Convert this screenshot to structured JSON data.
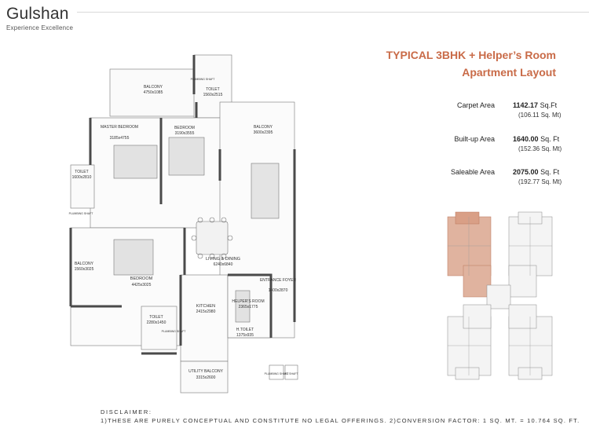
{
  "brand": {
    "name": "Gulshan",
    "tagline": "Experience Excellence"
  },
  "title": {
    "line1": "TYPICAL 3BHK + Helper’s Room",
    "line2": "Apartment Layout",
    "color": "#c96b48"
  },
  "areas": [
    {
      "label": "Carpet Area",
      "value": "1142.17",
      "unit": "Sq.Ft",
      "metric": "(106.11 Sq. Mt)"
    },
    {
      "label": "Built-up Area",
      "value": "1640.00",
      "unit": "Sq. Ft",
      "metric": "(152.36 Sq. Mt)"
    },
    {
      "label": "Saleable Area",
      "value": "2075.00",
      "unit": "Sq. Ft",
      "metric": "(192.77 Sq. Mt)"
    }
  ],
  "rooms": {
    "balcony_top": {
      "name": "BALCONY",
      "dim": "4750x1085"
    },
    "toilet_top": {
      "name": "TOILET",
      "dim": "1560x2515"
    },
    "plumbing_top": {
      "name": "PLUMBING SHAFT"
    },
    "master_bedroom": {
      "name": "MASTER BEDROOM",
      "dim": "3185x4755"
    },
    "bedroom_top": {
      "name": "BEDROOM",
      "dim": "3190x3555"
    },
    "balcony_right": {
      "name": "BALCONY",
      "dim": "3600x2395"
    },
    "toilet_left": {
      "name": "TOILET",
      "dim": "1600x2810"
    },
    "plumbing_left": {
      "name": "PLUMBING SHAFT"
    },
    "balcony_left": {
      "name": "BALCONY",
      "dim": "1560x3025"
    },
    "bedroom_bottom": {
      "name": "BEDROOM",
      "dim": "4425x3025"
    },
    "living_dining": {
      "name": "LIVING & DINING",
      "dim": "6240x6840"
    },
    "entrance_foyer": {
      "name": "ENTRANCE FOYER",
      "dim": "1400x2870"
    },
    "kitchen": {
      "name": "KITCHEN",
      "dim": "2415x2980"
    },
    "helpers_room": {
      "name": "HELPER'S ROOM",
      "dim": "2365x1775"
    },
    "h_toilet": {
      "name": "H.TOILET",
      "dim": "1375x935"
    },
    "toilet_bottom": {
      "name": "TOILET",
      "dim": "2280x1450"
    },
    "plumbing_bottom": {
      "name": "PLUMBING SHAFT"
    },
    "utility_balcony": {
      "name": "UTILITY BALCONY",
      "dim": "3315x2600"
    },
    "plumbing_right": {
      "name": "PLUMBING SHAFT"
    },
    "ac_shaft": {
      "name": "AC SHAFT"
    }
  },
  "disclaimer": {
    "title": "DISCLAIMER:",
    "text": "1)THESE ARE PURELY CONCEPTUAL AND CONSTITUTE NO LEGAL OFFERINGS. 2)CONVERSION FACTOR: 1 SQ. MT. = 10.764 SQ. FT."
  }
}
